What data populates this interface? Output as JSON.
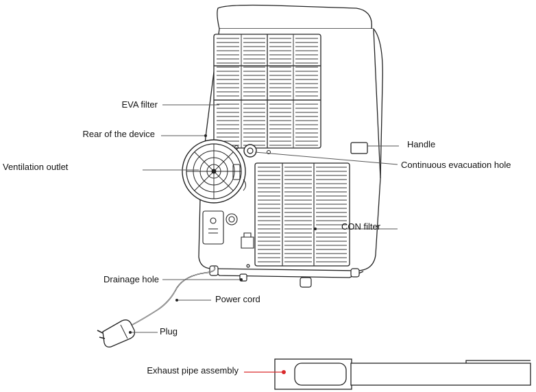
{
  "labels": {
    "eva_filter": "EVA filter",
    "rear_of_device": "Rear of the device",
    "ventilation_outlet": "Ventilation outlet",
    "handle": "Handle",
    "continuous_evacuation_hole": "Continuous evacuation hole",
    "con_filter": "CON filter",
    "drainage_hole": "Drainage hole",
    "power_cord": "Power cord",
    "plug": "Plug",
    "exhaust_pipe_assembly": "Exhaust pipe assembly"
  },
  "colors": {
    "line": "#222222",
    "leader": "#555555",
    "accent_red": "#d9292b"
  }
}
